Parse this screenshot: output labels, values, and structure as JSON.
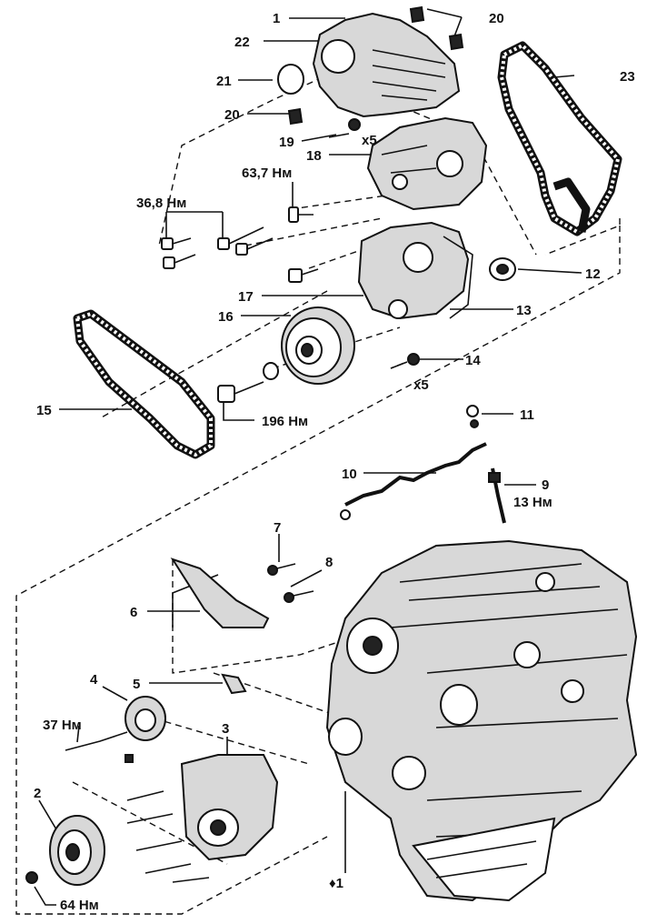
{
  "diagram": {
    "callouts": [
      {
        "id": "c1",
        "text": "1"
      },
      {
        "id": "c20a",
        "text": "20"
      },
      {
        "id": "c22",
        "text": "22"
      },
      {
        "id": "c23",
        "text": "23"
      },
      {
        "id": "c21",
        "text": "21"
      },
      {
        "id": "c20b",
        "text": "20"
      },
      {
        "id": "c19",
        "text": "19"
      },
      {
        "id": "c19x",
        "text": "x5"
      },
      {
        "id": "c18",
        "text": "18"
      },
      {
        "id": "t637",
        "text": "63,7 Нм"
      },
      {
        "id": "t368",
        "text": "36,8 Нм"
      },
      {
        "id": "c12",
        "text": "12"
      },
      {
        "id": "c17",
        "text": "17"
      },
      {
        "id": "c13",
        "text": "13"
      },
      {
        "id": "c16",
        "text": "16"
      },
      {
        "id": "c14",
        "text": "14"
      },
      {
        "id": "c14x",
        "text": "x5"
      },
      {
        "id": "c15",
        "text": "15"
      },
      {
        "id": "t196",
        "text": "196 Нм"
      },
      {
        "id": "c11",
        "text": "11"
      },
      {
        "id": "c10",
        "text": "10"
      },
      {
        "id": "c9",
        "text": "9"
      },
      {
        "id": "t13",
        "text": "13 Нм"
      },
      {
        "id": "c7",
        "text": "7"
      },
      {
        "id": "c8",
        "text": "8"
      },
      {
        "id": "c6",
        "text": "6"
      },
      {
        "id": "c5",
        "text": "5"
      },
      {
        "id": "c4",
        "text": "4"
      },
      {
        "id": "t37",
        "text": "37 Нм"
      },
      {
        "id": "c3",
        "text": "3"
      },
      {
        "id": "c2",
        "text": "2"
      },
      {
        "id": "cb1",
        "text": "♦1"
      },
      {
        "id": "t64",
        "text": "64 Нм"
      }
    ]
  }
}
